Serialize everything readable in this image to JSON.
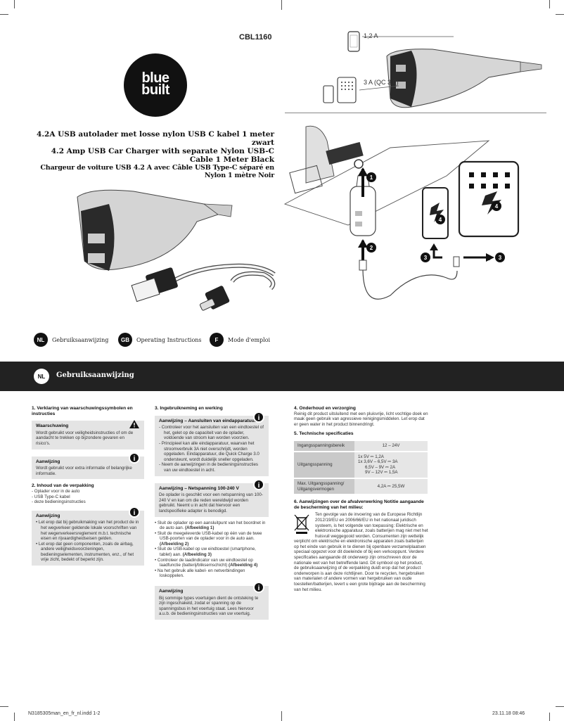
{
  "header": {
    "model": "CBL1160",
    "logo_line1": "blue",
    "logo_line2": "built"
  },
  "product_titles": [
    "4.2A USB autolader met losse nylon USB C kabel 1 meter zwart",
    "4.2 Amp USB Car Charger with separate Nylon USB-C Cable 1 Meter Black",
    "Chargeur de voiture USB 4.2 A avec Câble USB Type-C séparé en Nylon 1 mètre Noir"
  ],
  "port_labels": {
    "top": "1,2 A",
    "bottom": "3 A (QC 3.0)"
  },
  "steps": [
    "1",
    "2",
    "3",
    "3",
    "4",
    "4"
  ],
  "languages": [
    {
      "code": "NL",
      "label": "Gebruiksaanwijzing"
    },
    {
      "code": "GB",
      "label": "Operating Instructions"
    },
    {
      "code": "F",
      "label": "Mode d'emploi"
    }
  ],
  "section_band": {
    "code": "NL",
    "title": "Gebruiksaanwijzing"
  },
  "col1": {
    "h1": "1. Verklaring van waarschuwingssymbolen en instructies",
    "warning_title": "Waarschuwing",
    "warning_text": "Wordt gebruikt voor veiligheidsinstructies of om de aandacht te trekken op bijzondere gevaren en risico's.",
    "note_title": "Aanwijzing",
    "note_text": "Wordt gebruikt voor extra informatie of belangrijke informatie.",
    "h2": "2. Inhoud van de verpakking",
    "contents": [
      "Oplader voor in de auto",
      "USB Type-C kabel",
      "deze bedieningsinstructies"
    ],
    "note2_title": "Aanwijzing",
    "note2_items": [
      "Let erop dat bij gebruikmaking van het product de in het wegverkeer geldende lokale voorschriften van het wegenverkeersreglement m.b.t. technische eisen en rijvaardigheidseisen gelden.",
      "Let erop dat geen componenten, zoals de airbag, andere veiligheidsvoorzieningen, bedieningselementen, instrumenten, enz., of het vrije zicht, bedekt of beperkt zijn."
    ]
  },
  "col2": {
    "h3": "3. Ingebruikneming en werking",
    "box1_title": "Aanwijzing – Aansluiten van eindapparatuur",
    "box1_items": [
      "Controleer voor het aansluiten van een eindtoestel of het, gelet op de capaciteit van de oplader, voldoende van stroom kan worden voorzien.",
      "Principieel kan alle eindapparatuur, waarvan het stroomverbruik 3A niet overschrijdt, worden opgeladen. Eindapparatuur, die Quick Charge 3.0 ondersteunt, wordt duidelijk sneller opgeladen.",
      "Neem de aanwijzingen in de bedieningsinstructies van uw eindtoestel in acht."
    ],
    "box2_title": "Aanwijzing – Netspanning 100-240 V",
    "box2_text": "De oplader is geschikt voor een netspanning van 100-240 V en kan om die reden wereldwijd worden gebruikt. Neemt u in acht dat hiervoor een landspecifieke adapter is benodigd.",
    "steps": [
      {
        "text": "Sluit de oplader op een aansluitpunt van het boordnet in de auto aan. ",
        "ref": "(Afbeelding 1)"
      },
      {
        "text": "Sluit de meegeleverde USB-kabel op één van de twee USB-poorten van de oplader voor in de auto aan. ",
        "ref": "(Afbeelding 2)"
      },
      {
        "text": "Sluit de USB-kabel op uw eindtoestel (smartphone, tablet) aan. ",
        "ref": "(Afbeelding 3)"
      },
      {
        "text": "Controleer de laadindicator van uw eindtoestel op laadfunctie (batterij/bliksemschicht) ",
        "ref": "(Afbeelding 4)"
      },
      {
        "text": "Na het gebruik alle kabel- en netverbindingen loskoppelen.",
        "ref": ""
      }
    ],
    "box3_title": "Aanwijzing",
    "box3_text": "Bij sommige types voertuigen dient de ontsteking te zijn ingeschakeld, zodat er spanning op de spanningsbus in het voertuig staat. Lees hiervoor a.u.b. de bedieningsinstructies van uw voertuig."
  },
  "col3": {
    "h4": "4. Onderhoud en verzorging",
    "care_text": "Reinig dit product uitsluitend met een pluisvrije, licht vochtige doek en maak geen gebruik van agressieve reinigingsmiddelen. Let erop dat er geen water in het product binnendringt.",
    "h5": "5. Technische specificaties",
    "specs": [
      {
        "label": "Ingangsspanningsbereik",
        "value": "12 – 24V"
      },
      {
        "label": "Uitgangsspanning",
        "values": [
          "1x  5V ⎓ 1,2A",
          "1x  3,6V – 6,5V ⎓ 3A",
          "6,5V – 9V ⎓ 2A",
          "9V – 12V ⎓ 1,5A"
        ]
      },
      {
        "label": "Max. Uitgangsspanning/ Uitgangsvermogen",
        "value": "4,2A ⎓ 25,5W"
      }
    ],
    "h6": "6. Aanwijzingen over de afvalverwerking Notitie aangaande de bescherming van het milieu:",
    "disposal_text": "Ten gevolge van de invoering van de Europese Richtlijn 2012/19/EU en 2006/66/EU in het nationaal juridisch systeem, is het volgende van toepassing: Elektrische en elektronische apparatuur, zoals batterijen mag niet met het huisvuil weggegooid worden. Consumenten zijn wettelijk verplicht om elektrische en elektronische apparaten zoals batterijen op het einde van gebruik in te dienen bij openbare verzamelplaatsen speciaal opgezet voor dit doeleinde of bij een verkooppunt. Verdere specificaties aangaande dit onderwerp zijn omschreven door de nationale wet van het betreffende land. Dit symbool op het product, de gebruiksaanwijzing of de verpakking duidt erop dat het product onderworpen is aan deze richtlijnen. Door te recyclen, hergebruiken van materialen of andere vormen van hergebruiken van oude toestellen/batterijen, levert u een grote bijdrage aan de bescherming van het milieu."
  },
  "footer": {
    "file": "N3185305man_en_fr_nl.indd   1-2",
    "date": "23.11.18   08:46"
  }
}
